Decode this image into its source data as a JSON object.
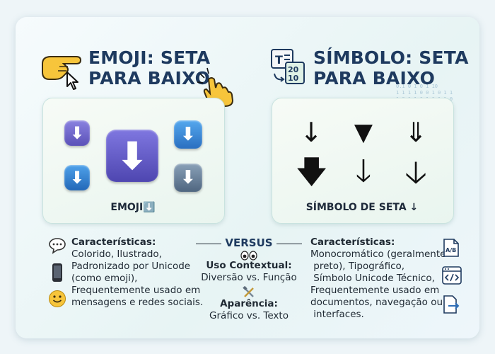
{
  "left": {
    "title_line1": "EMOJI: SETA",
    "title_line2": "PARA BAIXO",
    "label": "EMOJI⬇️",
    "arrow_glyph": "⬇",
    "heading": "Características:",
    "lines": [
      "Colorido, Ilustrado,",
      "Padronizado por Unicode",
      "(como emoji),",
      "Frequentemente usado em",
      "mensagens e redes sociais."
    ],
    "icons": [
      "pointing-hand-icon",
      "cursor-icon",
      "clicking-hand-icon",
      "speech-bubble-icon",
      "smartphone-icon",
      "smiley-icon"
    ]
  },
  "right": {
    "title_line1": "SÍMBOLO: SETA",
    "title_line2": "PARA BAIXO",
    "label": "SÍMBOLO DE SETA ↓",
    "symbols": [
      "↓",
      "▼",
      "⇓",
      "🡇",
      "🡓",
      "🡣"
    ],
    "heading": "Características:",
    "lines": [
      "Monocromático (geralmente",
      " preto), Tipográfico,",
      " Símbolo Unicode Técnico,",
      "Frequentemente usado em",
      "documentos, navegação ou",
      " interfaces."
    ],
    "icons": [
      "text-document-icon",
      "ab-document-icon",
      "code-window-icon",
      "arrow-document-icon"
    ]
  },
  "center": {
    "versus": "VERSUS",
    "usage_label": "Uso Contextual:",
    "usage_text": "Diversão vs. Função",
    "appearance_label": "Aparência:",
    "appearance_text": "Gráfico vs. Texto",
    "icons": [
      "eyes-icon",
      "crossed-tools-icon"
    ]
  },
  "colors": {
    "title": "#1e3a5f",
    "emoji_blue": "#2f80d0",
    "emoji_purple": "#6c63c9",
    "emoji_gray": "#5d7690"
  }
}
